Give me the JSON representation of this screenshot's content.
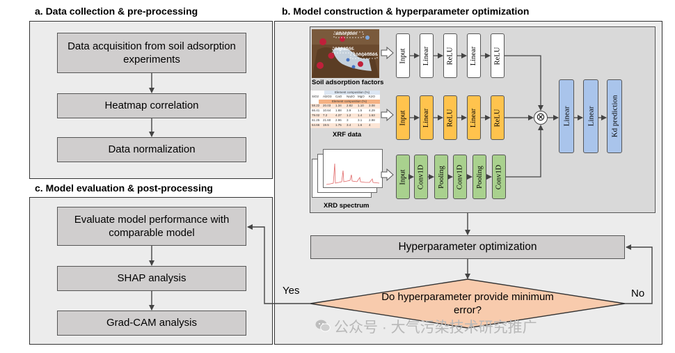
{
  "panel_a": {
    "title": "a. Data collection & pre-processing",
    "boxes": [
      "Data acquisition from soil adsorption experiments",
      "Heatmap correlation",
      "Data normalization"
    ]
  },
  "panel_b": {
    "title": "b. Model construction & hyperparameter optimization",
    "soil_caption": "Soil adsorption factors",
    "soil_tags": [
      "adsorption",
      "migration",
      "competition"
    ],
    "xrf_caption": "XRF data",
    "xrd_caption": "XRD spectrum",
    "xrf_table": {
      "header_top": "Element composition (%)",
      "header": "Element composition (%)",
      "cols": [
        "SiO2",
        "Al2O3",
        "CaO",
        "Na2O",
        "MgO",
        "K2O"
      ],
      "rows": [
        [
          "58.22",
          "20.03",
          "1.34",
          "2.82",
          "1.10",
          "3.08"
        ],
        [
          "66.41",
          "10.64",
          "1.88",
          "3.9",
          "1.5",
          "4.29"
        ],
        [
          "79.02",
          "7.2",
          "4.37",
          "1.2",
          "1.4",
          "1.63"
        ],
        [
          "61.25",
          "21.60",
          "2.96",
          "3",
          "3.1",
          "2.98"
        ],
        [
          "64.66",
          "19.5",
          "1.75",
          "3.4",
          "1.6",
          "4"
        ]
      ]
    },
    "row1_layers": [
      "Input",
      "Linear",
      "ReLU",
      "Linear",
      "ReLU"
    ],
    "row2_layers": [
      "Input",
      "Linear",
      "ReLU",
      "Linear",
      "ReLU"
    ],
    "row3_layers": [
      "Input",
      "Conv1D",
      "Pooling",
      "Conv1D",
      "Pooling",
      "Conv1D"
    ],
    "fusion_layers": [
      "Linear",
      "Linear",
      "Kd prediction"
    ],
    "concat_symbol": "⊗",
    "hyperparameter_box": "Hyperparameter optimization",
    "decision": "Do hyperparameter provide minimum error?",
    "yes_label": "Yes",
    "no_label": "No"
  },
  "panel_c": {
    "title": "c. Model evaluation & post-processing",
    "boxes": [
      "Evaluate model performance with comparable model",
      "SHAP analysis",
      "Grad-CAM analysis"
    ]
  },
  "watermark": "公众号 · 大气污染技术研究推广",
  "colors": {
    "panel_bg": "#ececec",
    "box_gray": "#d0cece",
    "orange": "#ffc34d",
    "green": "#a9d18e",
    "blue": "#a9c4eb",
    "decision_fill": "#f8cbad"
  }
}
